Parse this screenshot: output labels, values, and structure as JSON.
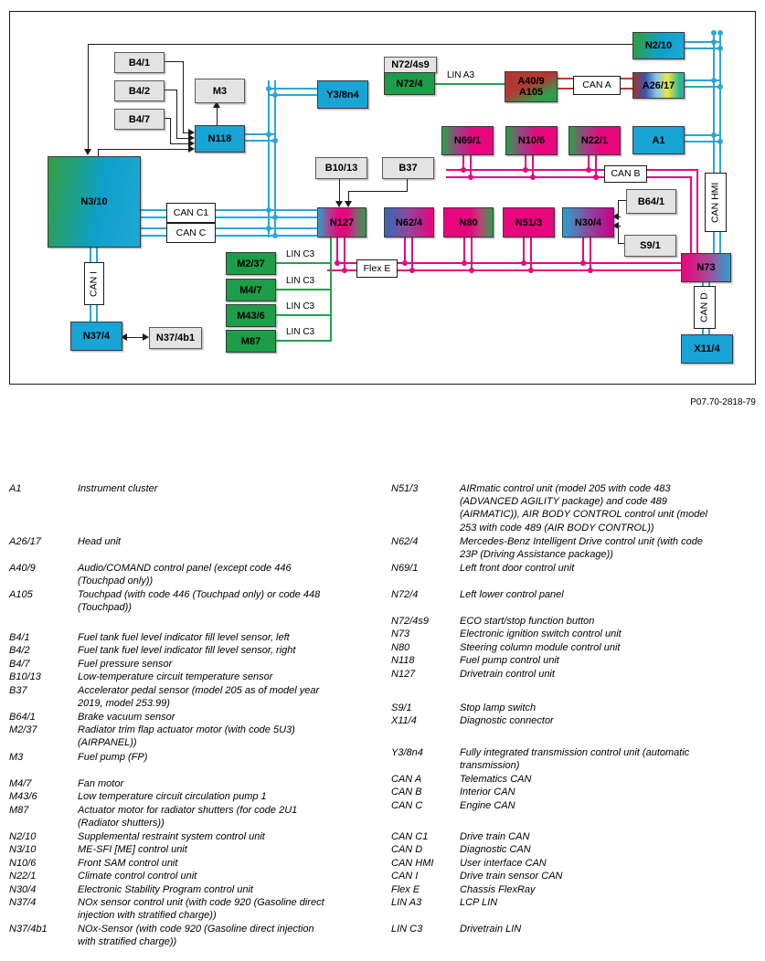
{
  "page": {
    "part_number": "P07.70-2818-79"
  },
  "palette": {
    "can_cyan": "#2aa7d4",
    "can_magenta": "#e8057e",
    "can_red": "#bf372b",
    "lin_green": "#23a04e",
    "box_gray": "#e3e3e3",
    "wire_black": "#1a1a1a"
  },
  "diagram": {
    "nodes": {
      "b4_1": "B4/1",
      "b4_2": "B4/2",
      "b4_7": "B4/7",
      "m3": "M3",
      "n118": "N118",
      "n3_10": "N3/10",
      "y3_8n4": "Y3/8n4",
      "n72_4s9": "N72/4s9",
      "n72_4": "N72/4",
      "a40_a105": "A40/9\nA105",
      "a26_17": "A26/17",
      "n2_10": "N2/10",
      "n69_1": "N69/1",
      "n10_6": "N10/6",
      "n22_1": "N22/1",
      "a1": "A1",
      "b10_13": "B10/13",
      "b37": "B37",
      "n127": "N127",
      "n62_4": "N62/4",
      "n80": "N80",
      "n51_3": "N51/3",
      "n30_4": "N30/4",
      "b64_1": "B64/1",
      "s9_1": "S9/1",
      "n73": "N73",
      "x11_4": "X11/4",
      "n37_4": "N37/4",
      "n37_4b1": "N37/4b1",
      "m2_37": "M2/37",
      "m4_7": "M4/7",
      "m43_6": "M43/6",
      "m87": "M87"
    },
    "bus_labels": {
      "can_c1": "CAN C1",
      "can_c": "CAN C",
      "can_a": "CAN A",
      "can_b": "CAN B",
      "can_hmi": "CAN HMI",
      "can_d": "CAN D",
      "can_i": "CAN I",
      "flex_e": "Flex E",
      "lin_a3": "LIN A3",
      "lin_c3": "LIN C3"
    },
    "buses": {
      "CAN A": [
        "A40/9 A105",
        "A26/17"
      ],
      "CAN B": [
        "N69/1",
        "N10/6",
        "N22/1",
        "N73"
      ],
      "CAN C": [
        "N3/10",
        "N127"
      ],
      "CAN C1": [
        "N3/10",
        "N127"
      ],
      "CAN D": [
        "N73",
        "X11/4"
      ],
      "CAN HMI": [
        "N2/10",
        "A26/17",
        "A1",
        "N73"
      ],
      "CAN I": [
        "N3/10",
        "N37/4"
      ],
      "Flex E": [
        "N127",
        "N62/4",
        "N80",
        "N51/3",
        "N30/4",
        "N73"
      ],
      "LIN A3": [
        "N72/4",
        "A40/9 A105"
      ],
      "LIN C3": [
        "N127",
        "M2/37",
        "M4/7",
        "M43/6",
        "M87"
      ],
      "discrete_wires": [
        "N2/10 to N3/10",
        "N3/10 to N118",
        "B4/1 to N118",
        "B4/2 to N118",
        "B4/7 to N118",
        "N118 to M3",
        "B10/13 to N127",
        "B37 to N127",
        "B64/1 to N30/4",
        "S9/1 to N30/4",
        "N37/4 to N37/4b1"
      ]
    }
  },
  "legend": {
    "left": [
      {
        "code": "A1",
        "desc": "Instrument cluster"
      },
      {
        "code": "A26/17",
        "desc": "Head unit"
      },
      {
        "code": "A40/9",
        "desc": "Audio/COMAND control panel (except code 446\n(Touchpad only))"
      },
      {
        "code": "A105",
        "desc": "Touchpad (with code 446 (Touchpad only) or code 448\n(Touchpad))"
      },
      {
        "code": "B4/1",
        "desc": "Fuel tank fuel level indicator fill level sensor, left"
      },
      {
        "code": "B4/2",
        "desc": "Fuel tank fuel level indicator fill level sensor, right"
      },
      {
        "code": "B4/7",
        "desc": "Fuel pressure sensor"
      },
      {
        "code": "B10/13",
        "desc": "Low-temperature circuit temperature sensor"
      },
      {
        "code": "B37",
        "desc": "Accelerator pedal sensor (model 205 as of model year\n2019, model 253.99)"
      },
      {
        "code": "B64/1",
        "desc": "Brake vacuum sensor"
      },
      {
        "code": "M2/37",
        "desc": "Radiator trim flap actuator motor (with code 5U3)\n(AIRPANEL))"
      },
      {
        "code": "M3",
        "desc": "Fuel pump (FP)"
      },
      {
        "code": "M4/7",
        "desc": "Fan motor"
      },
      {
        "code": "M43/6",
        "desc": "Low temperature circuit circulation pump 1"
      },
      {
        "code": "M87",
        "desc": "Actuator motor for radiator shutters (for code 2U1\n(Radiator shutters))"
      },
      {
        "code": "N2/10",
        "desc": "Supplemental restraint system control unit"
      },
      {
        "code": "N3/10",
        "desc": "ME-SFI [ME] control unit"
      },
      {
        "code": "N10/6",
        "desc": "Front SAM control unit"
      },
      {
        "code": "N22/1",
        "desc": "Climate control control unit"
      },
      {
        "code": "N30/4",
        "desc": "Electronic Stability Program control unit"
      },
      {
        "code": "N37/4",
        "desc": "NOx sensor control unit (with code 920 (Gasoline direct\ninjection with stratified charge))"
      },
      {
        "code": "N37/4b1",
        "desc": "NOx-Sensor (with code 920 (Gasoline direct injection\nwith stratified charge))"
      }
    ],
    "right": [
      {
        "code": "N51/3",
        "desc": "AIRmatic control unit (model 205 with code 483\n(ADVANCED AGILITY package) and code 489\n(AIRMATIC)), AIR BODY CONTROL control unit (model\n253 with code 489 (AIR BODY CONTROL))"
      },
      {
        "code": "N62/4",
        "desc": "Mercedes-Benz Intelligent Drive control unit (with code\n23P (Driving Assistance package))"
      },
      {
        "code": "N69/1",
        "desc": "Left front door control unit"
      },
      {
        "code": "N72/4",
        "desc": "Left lower control panel"
      },
      {
        "code": "N72/4s9",
        "desc": "ECO start/stop function button"
      },
      {
        "code": "N73",
        "desc": "Electronic ignition switch control unit"
      },
      {
        "code": "N80",
        "desc": "Steering column module control unit"
      },
      {
        "code": "N118",
        "desc": "Fuel pump control unit"
      },
      {
        "code": "N127",
        "desc": "Drivetrain control unit"
      },
      {
        "code": "S9/1",
        "desc": "Stop lamp switch"
      },
      {
        "code": "X11/4",
        "desc": "Diagnostic connector"
      },
      {
        "code": "Y3/8n4",
        "desc": "Fully integrated transmission control unit (automatic\ntransmission)"
      },
      {
        "code": "CAN A",
        "desc": "Telematics CAN"
      },
      {
        "code": "CAN B",
        "desc": "Interior CAN"
      },
      {
        "code": "CAN C",
        "desc": "Engine CAN"
      },
      {
        "code": "CAN C1",
        "desc": "Drive train CAN"
      },
      {
        "code": "CAN D",
        "desc": "Diagnostic CAN"
      },
      {
        "code": "CAN HMI",
        "desc": "User interface CAN"
      },
      {
        "code": "CAN I",
        "desc": "Drive train sensor CAN"
      },
      {
        "code": "Flex E",
        "desc": "Chassis FlexRay"
      },
      {
        "code": "LIN A3",
        "desc": "LCP LIN"
      },
      {
        "code": "LIN C3",
        "desc": "Drivetrain LIN"
      }
    ]
  }
}
